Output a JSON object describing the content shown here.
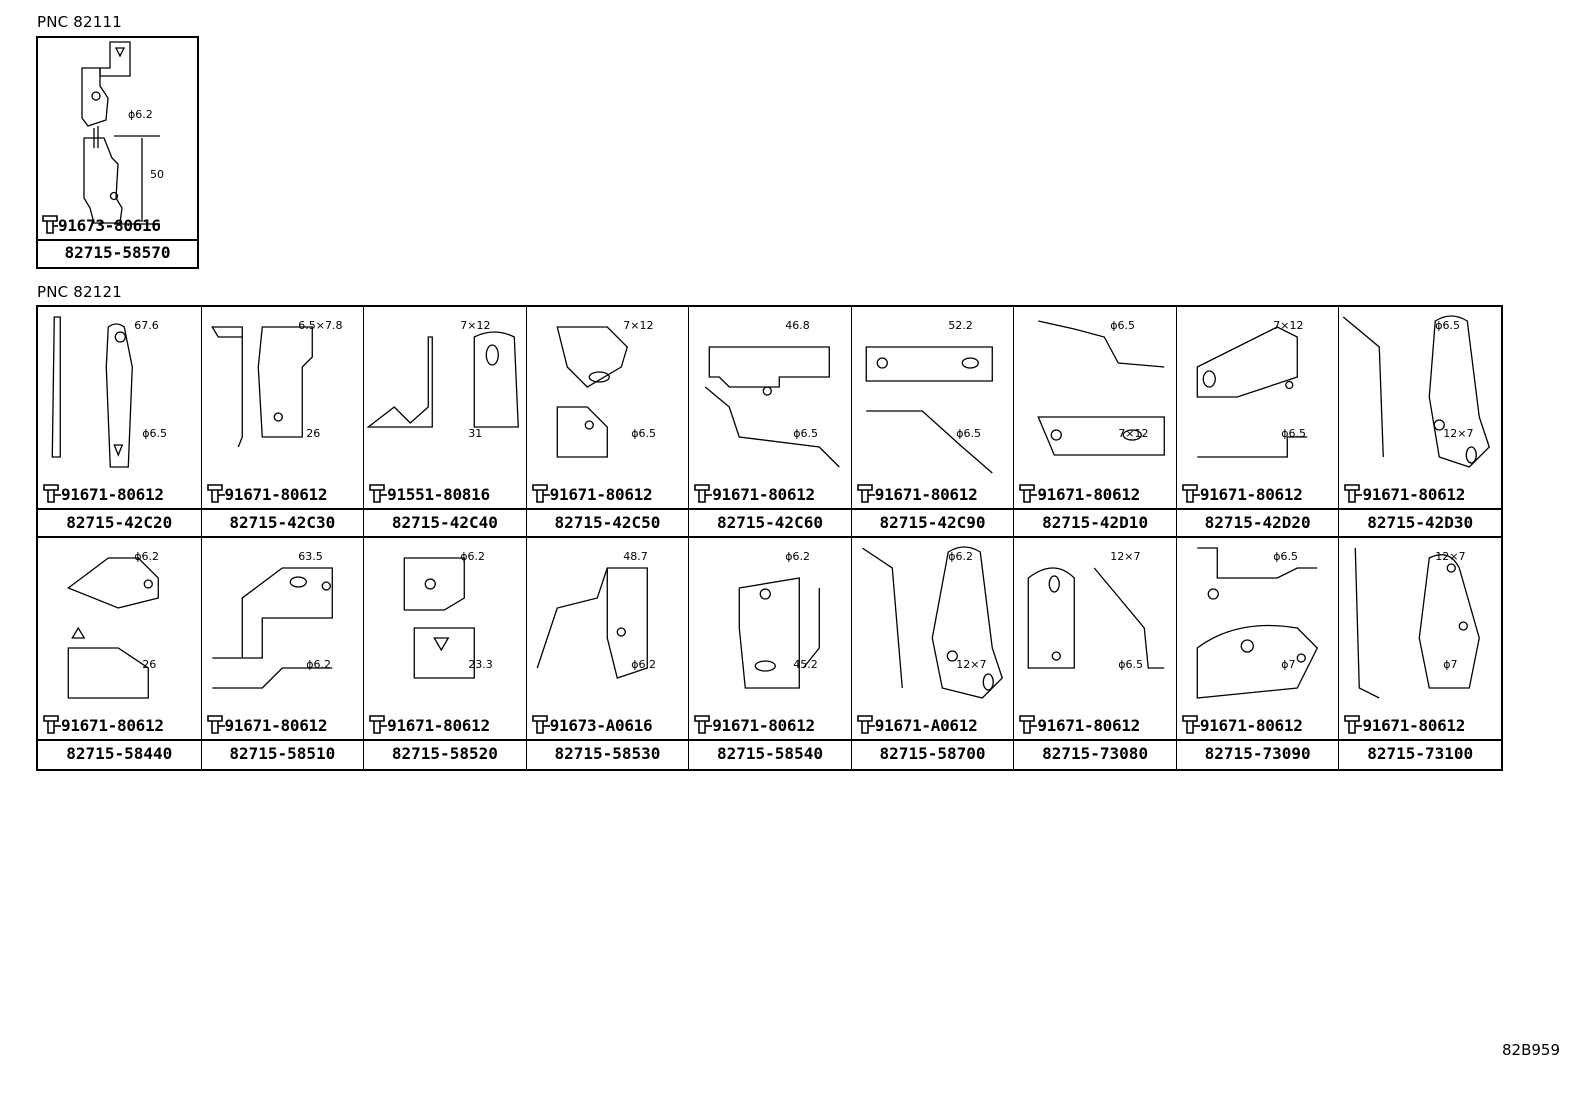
{
  "pnc_labels": [
    "PNC 82111",
    "PNC 82121"
  ],
  "reference": "82B959",
  "single": {
    "part": "82715-58570",
    "bolt": "91673-80616",
    "dims": [
      "ϕ6.2",
      "50"
    ]
  },
  "row1": [
    {
      "part": "82715-42C20",
      "bolt": "91671-80612",
      "dims": [
        "67.6",
        "ϕ6.5"
      ]
    },
    {
      "part": "82715-42C30",
      "bolt": "91671-80612",
      "dims": [
        "6.5×7.8",
        "26"
      ]
    },
    {
      "part": "82715-42C40",
      "bolt": "91551-80816",
      "dims": [
        "7×12",
        "31"
      ]
    },
    {
      "part": "82715-42C50",
      "bolt": "91671-80612",
      "dims": [
        "7×12",
        "ϕ6.5"
      ]
    },
    {
      "part": "82715-42C60",
      "bolt": "91671-80612",
      "dims": [
        "46.8",
        "ϕ6.5"
      ]
    },
    {
      "part": "82715-42C90",
      "bolt": "91671-80612",
      "dims": [
        "52.2",
        "ϕ6.5"
      ]
    },
    {
      "part": "82715-42D10",
      "bolt": "91671-80612",
      "dims": [
        "ϕ6.5",
        "7×12"
      ]
    },
    {
      "part": "82715-42D20",
      "bolt": "91671-80612",
      "dims": [
        "7×12",
        "ϕ6.5"
      ]
    },
    {
      "part": "82715-42D30",
      "bolt": "91671-80612",
      "dims": [
        "ϕ6.5",
        "12×7"
      ]
    }
  ],
  "row2": [
    {
      "part": "82715-58440",
      "bolt": "91671-80612",
      "dims": [
        "ϕ6.2",
        "26"
      ]
    },
    {
      "part": "82715-58510",
      "bolt": "91671-80612",
      "dims": [
        "63.5",
        "ϕ6.2"
      ]
    },
    {
      "part": "82715-58520",
      "bolt": "91671-80612",
      "dims": [
        "ϕ6.2",
        "23.3"
      ]
    },
    {
      "part": "82715-58530",
      "bolt": "91673-A0616",
      "dims": [
        "48.7",
        "ϕ6.2"
      ]
    },
    {
      "part": "82715-58540",
      "bolt": "91671-80612",
      "dims": [
        "ϕ6.2",
        "45.2"
      ]
    },
    {
      "part": "82715-58700",
      "bolt": "91671-A0612",
      "dims": [
        "ϕ6.2",
        "12×7"
      ]
    },
    {
      "part": "82715-73080",
      "bolt": "91671-80612",
      "dims": [
        "12×7",
        "ϕ6.5"
      ]
    },
    {
      "part": "82715-73090",
      "bolt": "91671-80612",
      "dims": [
        "ϕ6.5",
        "ϕ7"
      ]
    },
    {
      "part": "82715-73100",
      "bolt": "91671-80612",
      "dims": [
        "12×7",
        "ϕ7"
      ]
    }
  ]
}
